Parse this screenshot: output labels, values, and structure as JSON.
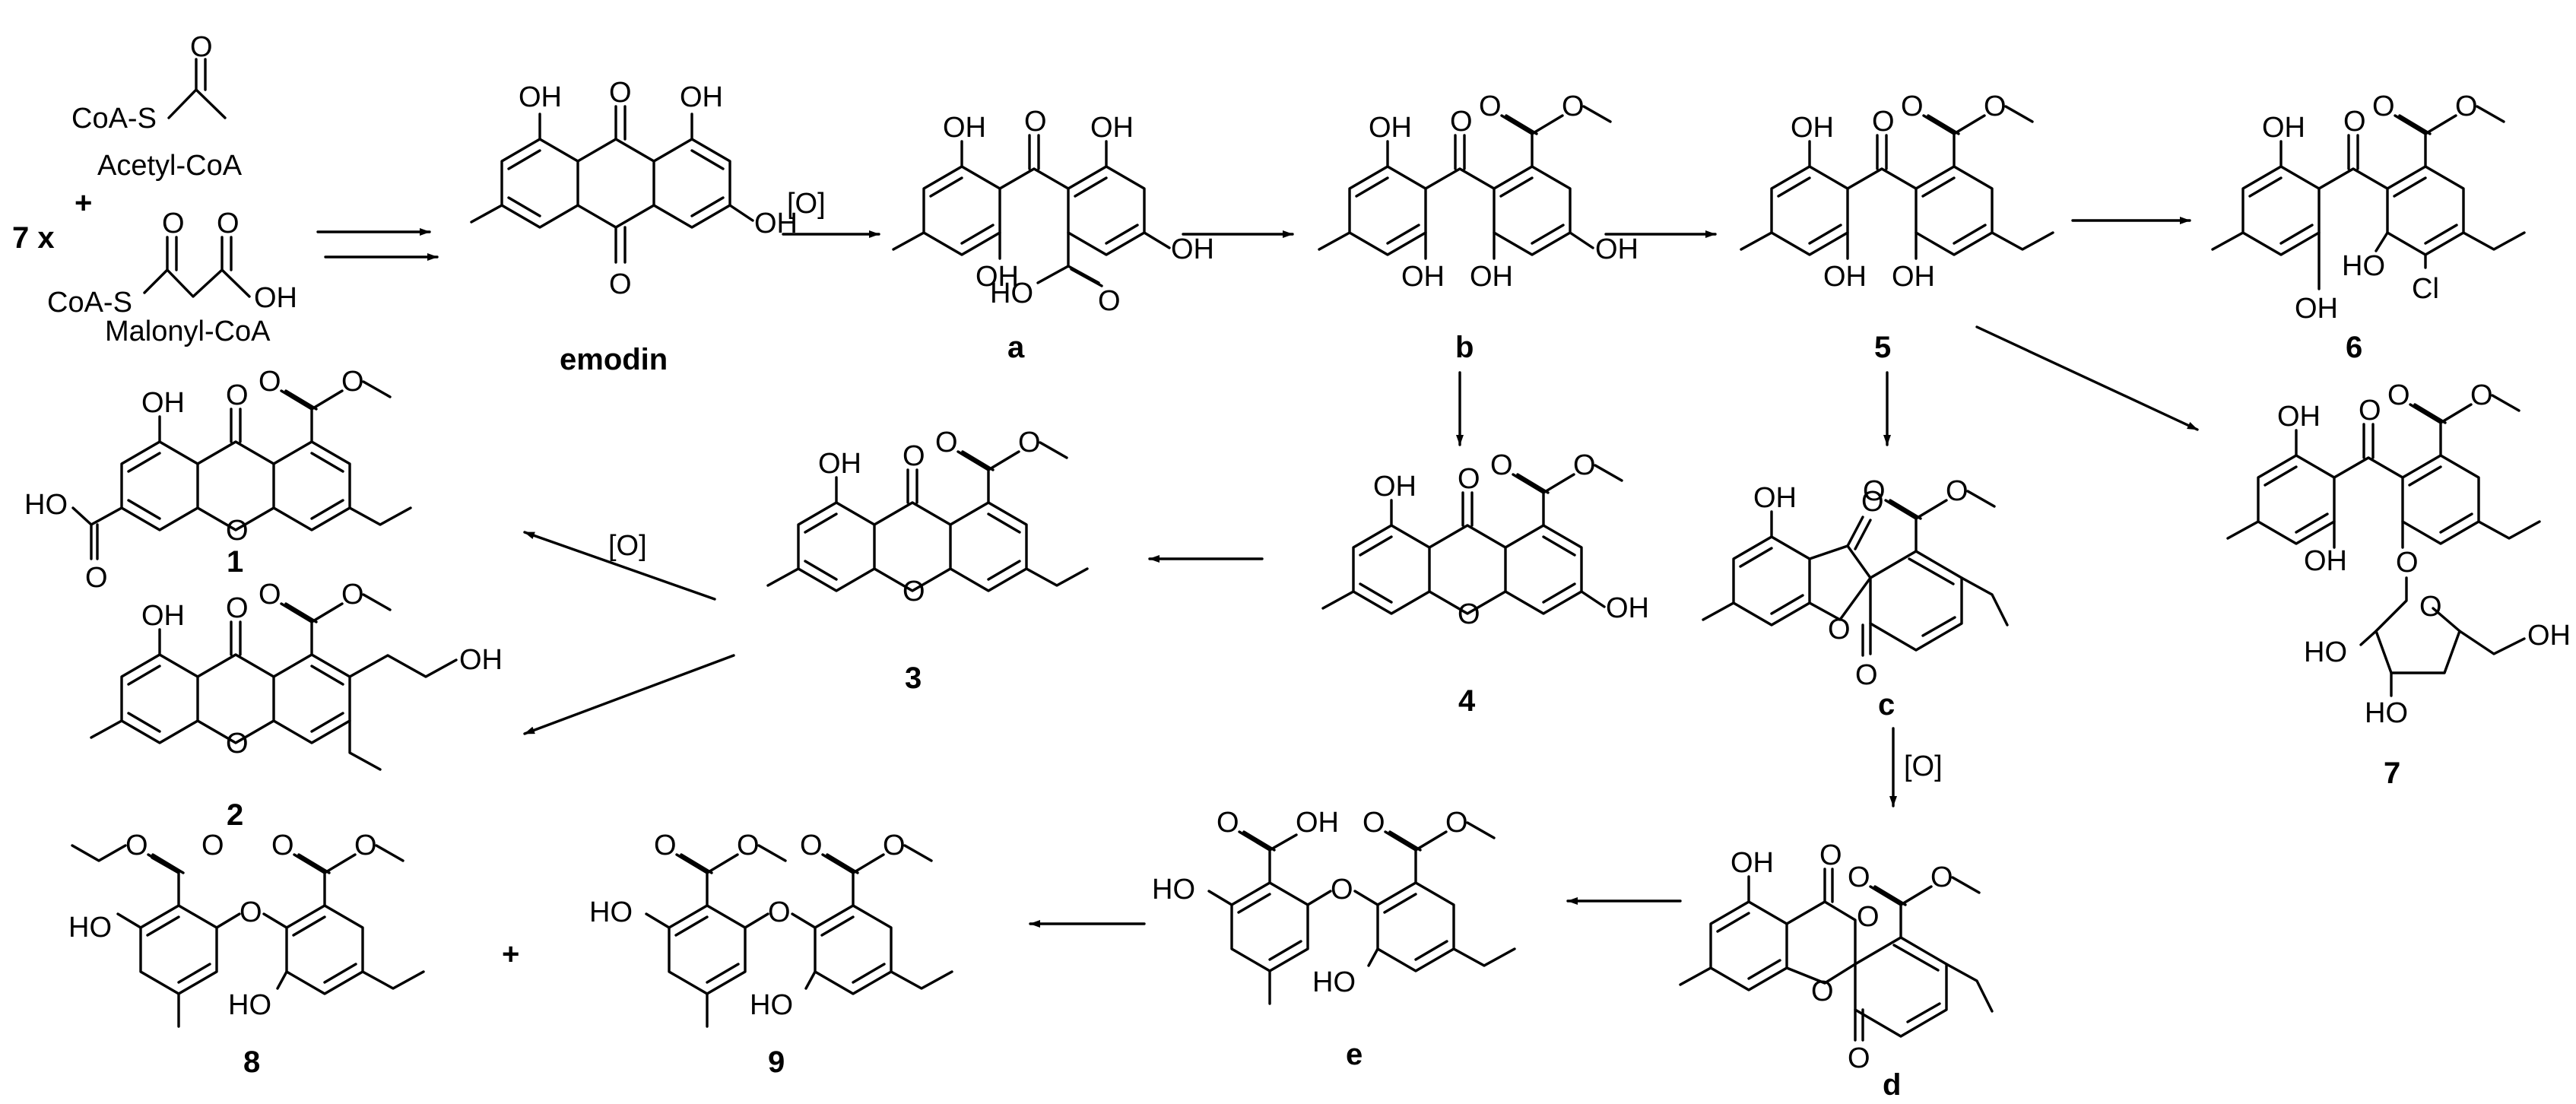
{
  "starting_materials": {
    "acetyl_coa_group": "CoA-S",
    "acetyl_coa_name": "Acetyl-CoA",
    "plus": "+",
    "multiplier": "7 x",
    "malonyl_coa_group": "CoA-S",
    "malonyl_coa_name": "Malonyl-CoA",
    "atoms": {
      "O": "O",
      "OH": "OH"
    }
  },
  "reaction_conditions": {
    "oxidation": "[O]"
  },
  "compounds": {
    "emodin": "emodin",
    "a": "a",
    "b": "b",
    "c": "c",
    "d": "d",
    "e": "e",
    "c1": "1",
    "c2": "2",
    "c3": "3",
    "c4": "4",
    "c5": "5",
    "c6": "6",
    "c7": "7",
    "c8": "8",
    "c9": "9"
  },
  "atom_labels": {
    "OH": "OH",
    "HO": "HO",
    "O": "O",
    "Cl": "Cl"
  },
  "plus_sign": "+"
}
